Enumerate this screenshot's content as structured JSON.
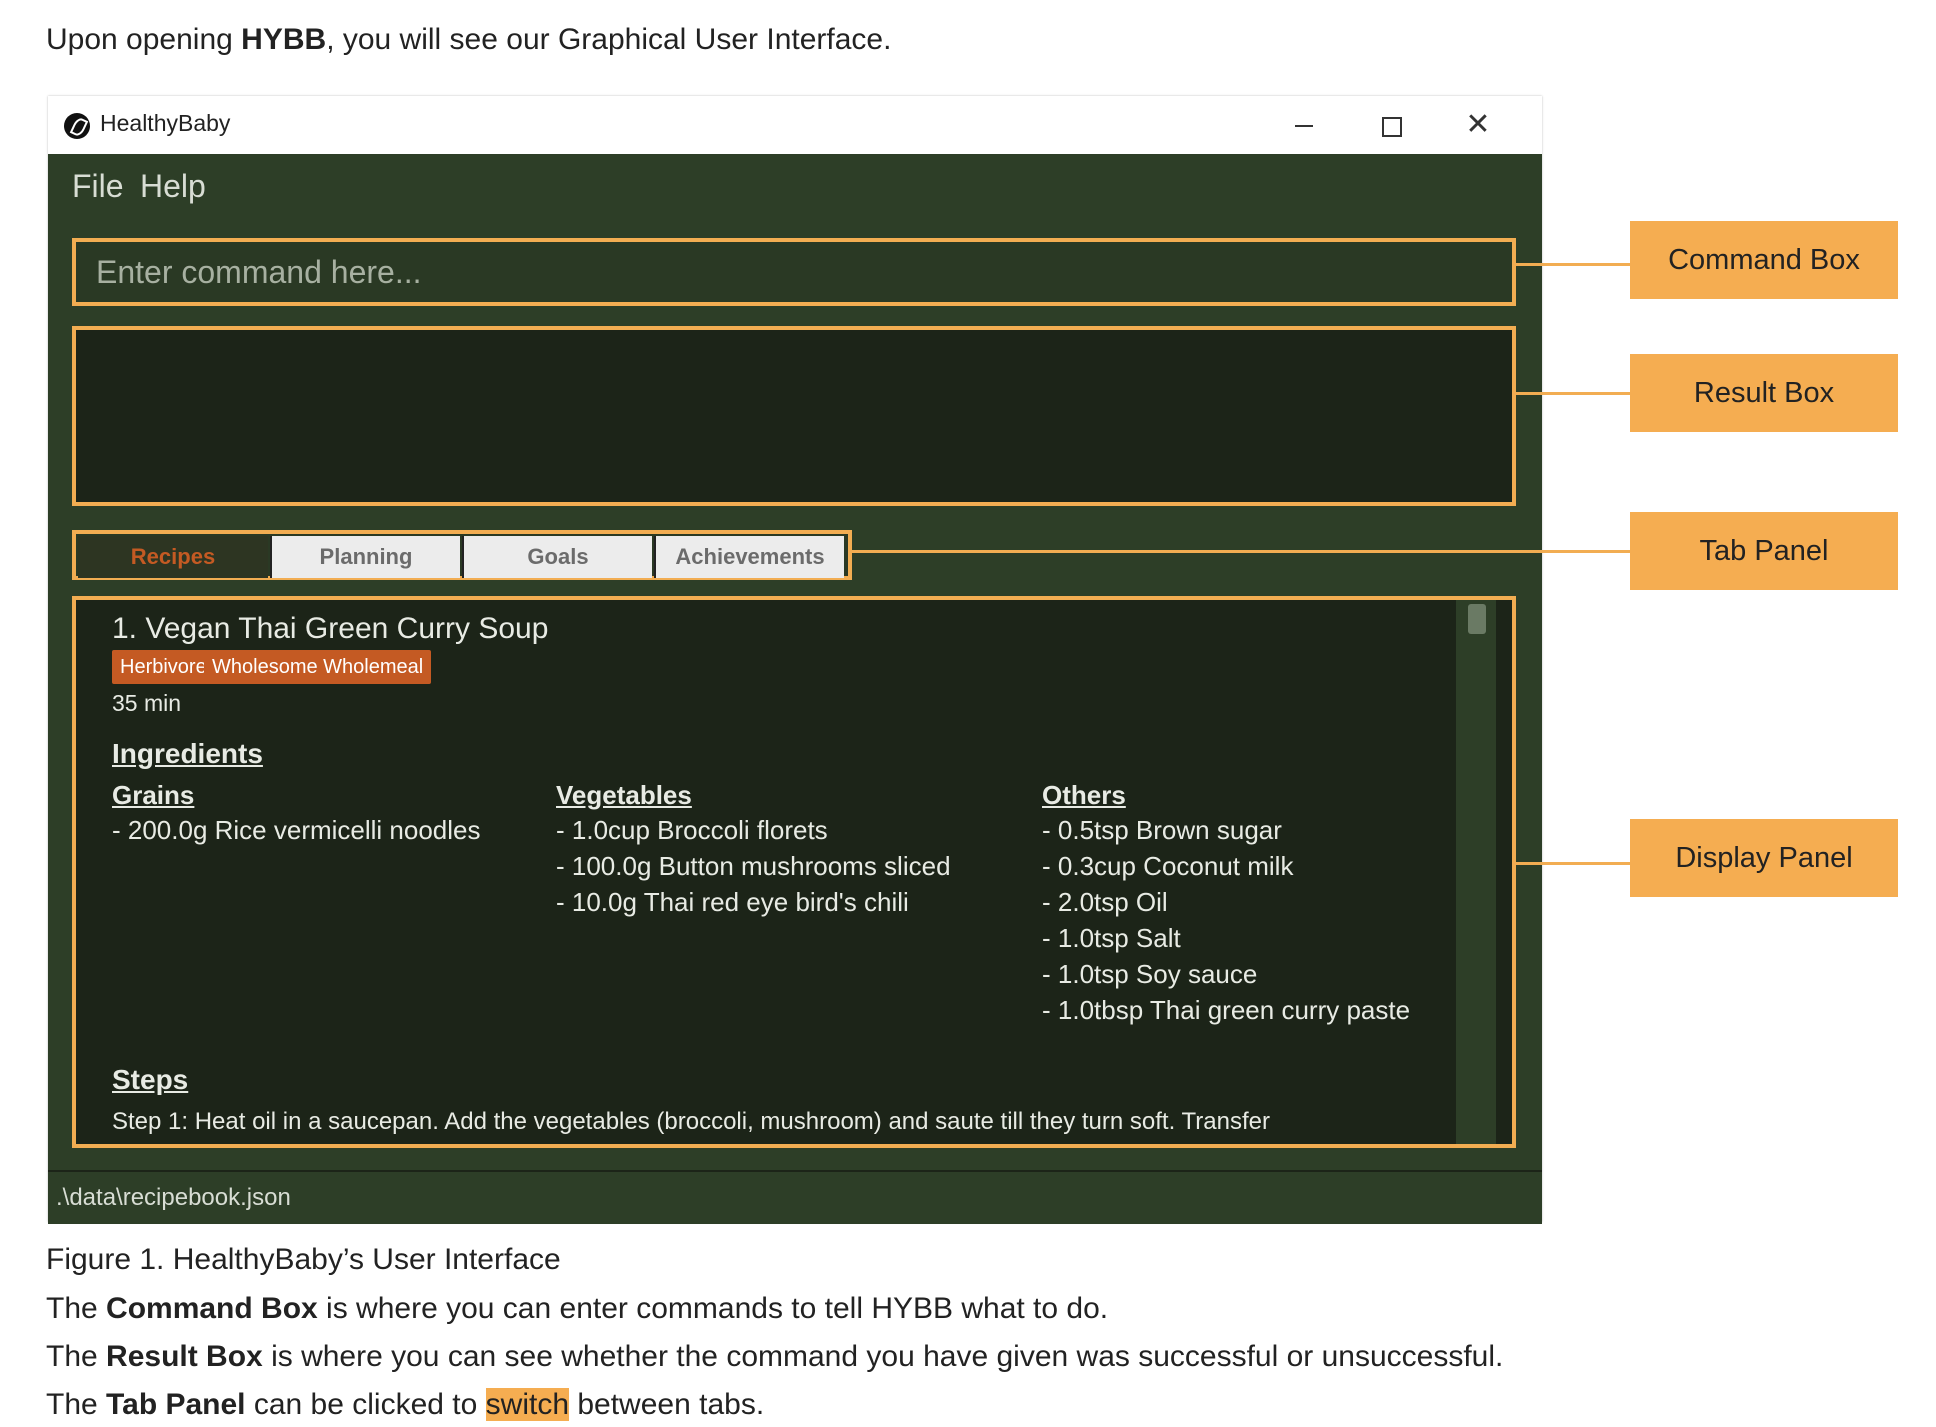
{
  "intro": {
    "prefix": "Upon opening ",
    "bold": "HYBB",
    "suffix": ", you will see our Graphical User Interface."
  },
  "window": {
    "title": "HealthyBaby",
    "menu": [
      "File",
      "Help"
    ],
    "command_placeholder": "Enter command here...",
    "tabs": [
      "Recipes",
      "Planning",
      "Goals",
      "Achievements"
    ],
    "recipe": {
      "title": "1.  Vegan Thai Green Curry Soup",
      "tags": [
        "Herbivore",
        "Wholesome Wholemeal"
      ],
      "time": "35 min",
      "ingredients_heading": "Ingredients",
      "columns": [
        {
          "heading": "Grains",
          "items": [
            "- 200.0g Rice vermicelli noodles"
          ]
        },
        {
          "heading": "Vegetables",
          "items": [
            "- 1.0cup Broccoli florets",
            "- 100.0g Button mushrooms sliced",
            "- 10.0g Thai red eye bird's chili"
          ]
        },
        {
          "heading": "Others",
          "items": [
            "- 0.5tsp Brown sugar",
            "- 0.3cup Coconut milk",
            "- 2.0tsp Oil",
            "- 1.0tsp Salt",
            "- 1.0tsp Soy sauce",
            "- 1.0tbsp Thai green curry paste"
          ]
        }
      ],
      "steps_heading": "Steps",
      "step1": "Step 1: Heat oil in a saucepan. Add the vegetables (broccoli, mushroom) and saute till they turn soft. Transfer"
    },
    "status": ".\\data\\recipebook.json"
  },
  "callouts": [
    "Command Box",
    "Result Box",
    "Tab Panel",
    "Display Panel"
  ],
  "caption": {
    "figure": "Figure 1. HealthyBaby’s User Interface",
    "line1": {
      "prefix": "The ",
      "bold": "Command Box",
      "suffix": " is where you can enter commands to tell HYBB what to do."
    },
    "line2": {
      "prefix": "The ",
      "bold": "Result Box",
      "suffix": " is where you can see whether the command you have given was successful or unsuccessful."
    },
    "line3": {
      "prefix": "The ",
      "bold": "Tab Panel",
      "middle": " can be clicked to ",
      "highlight": "switch",
      "suffix": " between tabs."
    }
  },
  "colors": {
    "window_bg": "#2d3e27",
    "panel_bg": "#1c2418",
    "accent": "#f2ad52",
    "tag": "#c45a23"
  }
}
